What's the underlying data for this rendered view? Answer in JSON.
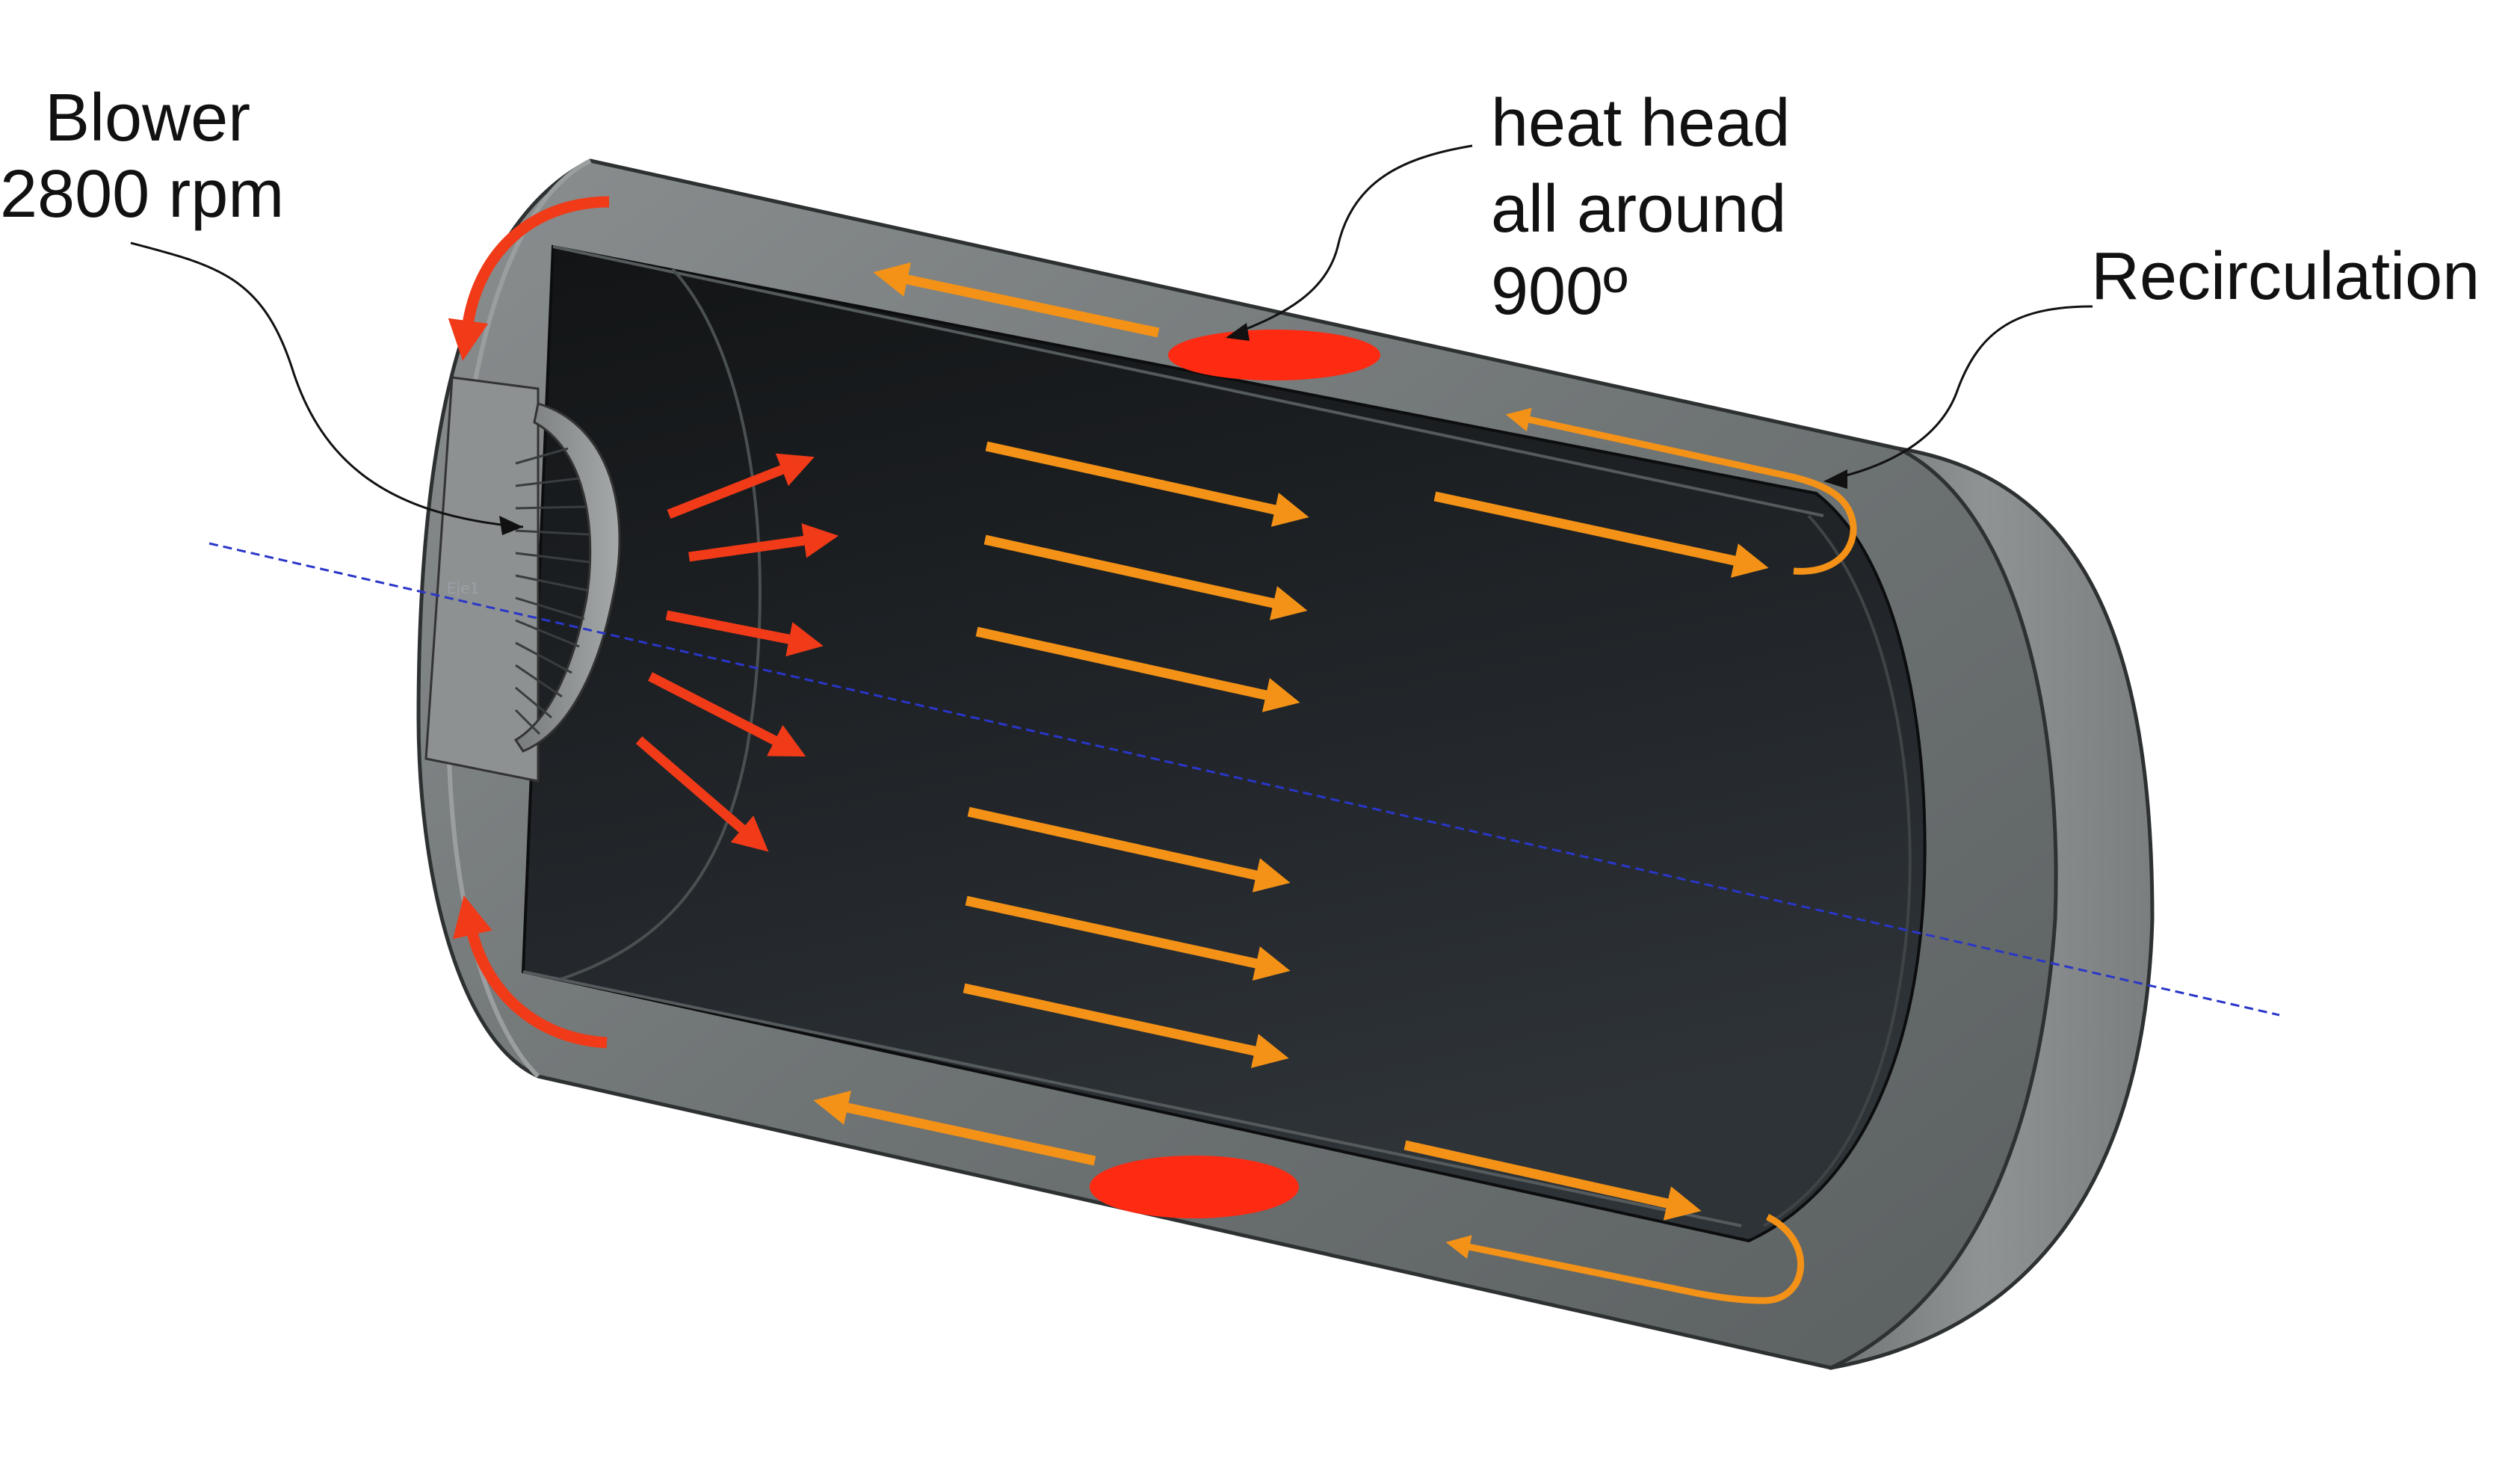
{
  "labels": {
    "blower_line1": "Blower",
    "blower_line2": "2800 rpm",
    "heat_line1": "heat head",
    "heat_line2": "all around",
    "heat_line3": "900º",
    "recirculation": "Recirculation",
    "axis_label": "Eje1"
  },
  "colors": {
    "outer_shell": "#7b7f80",
    "inner_chamber": "#1d2022",
    "blower_arrow": "#f03a18",
    "flow_arrow": "#f39217",
    "heater": "#ff2a12",
    "axis_line": "#2a36c8",
    "leader_line": "#111111"
  },
  "icons": {
    "arrow_head": "filled triangle",
    "blower": "blower-fan-icon"
  }
}
